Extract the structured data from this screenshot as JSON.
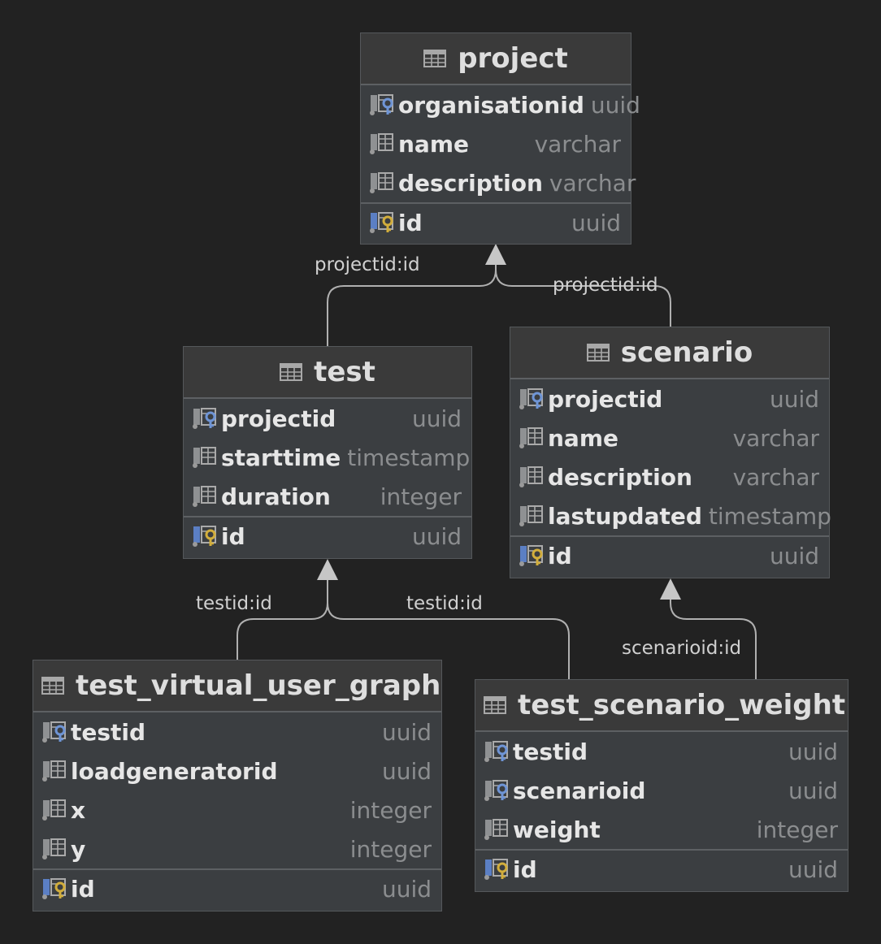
{
  "tables": {
    "project": {
      "name": "project",
      "columns": [
        {
          "name": "organisationid",
          "type": "uuid",
          "icon": "foreign-key-column-icon"
        },
        {
          "name": "name",
          "type": "varchar",
          "icon": "column-icon"
        },
        {
          "name": "description",
          "type": "varchar",
          "icon": "column-icon"
        }
      ],
      "pk": {
        "name": "id",
        "type": "uuid",
        "icon": "primary-key-column-icon"
      }
    },
    "test": {
      "name": "test",
      "columns": [
        {
          "name": "projectid",
          "type": "uuid",
          "icon": "foreign-key-column-icon"
        },
        {
          "name": "starttime",
          "type": "timestamp",
          "icon": "column-icon"
        },
        {
          "name": "duration",
          "type": "integer",
          "icon": "column-icon"
        }
      ],
      "pk": {
        "name": "id",
        "type": "uuid",
        "icon": "primary-key-column-icon"
      }
    },
    "scenario": {
      "name": "scenario",
      "columns": [
        {
          "name": "projectid",
          "type": "uuid",
          "icon": "foreign-key-column-icon"
        },
        {
          "name": "name",
          "type": "varchar",
          "icon": "column-icon"
        },
        {
          "name": "description",
          "type": "varchar",
          "icon": "column-icon"
        },
        {
          "name": "lastupdated",
          "type": "timestamp",
          "icon": "column-icon"
        }
      ],
      "pk": {
        "name": "id",
        "type": "uuid",
        "icon": "primary-key-column-icon"
      }
    },
    "tvug": {
      "name": "test_virtual_user_graph",
      "columns": [
        {
          "name": "testid",
          "type": "uuid",
          "icon": "foreign-key-column-icon"
        },
        {
          "name": "loadgeneratorid",
          "type": "uuid",
          "icon": "column-icon"
        },
        {
          "name": "x",
          "type": "integer",
          "icon": "column-icon"
        },
        {
          "name": "y",
          "type": "integer",
          "icon": "column-icon"
        }
      ],
      "pk": {
        "name": "id",
        "type": "uuid",
        "icon": "primary-key-column-icon"
      }
    },
    "tsw": {
      "name": "test_scenario_weight",
      "columns": [
        {
          "name": "testid",
          "type": "uuid",
          "icon": "foreign-key-column-icon"
        },
        {
          "name": "scenarioid",
          "type": "uuid",
          "icon": "foreign-key-column-icon"
        },
        {
          "name": "weight",
          "type": "integer",
          "icon": "column-icon"
        }
      ],
      "pk": {
        "name": "id",
        "type": "uuid",
        "icon": "primary-key-column-icon"
      }
    }
  },
  "relations": {
    "test_project": "projectid:id",
    "scenario_project": "projectid:id",
    "tvug_test": "testid:id",
    "tsw_test": "testid:id",
    "tsw_scenario": "scenarioid:id"
  },
  "colors": {
    "background": "#222222",
    "table_body": "#3b3e41",
    "header": "#3a3a3a",
    "key_blue": "#5b7fc4",
    "key_gold": "#c8a53a",
    "connector": "#b8b8b8"
  }
}
